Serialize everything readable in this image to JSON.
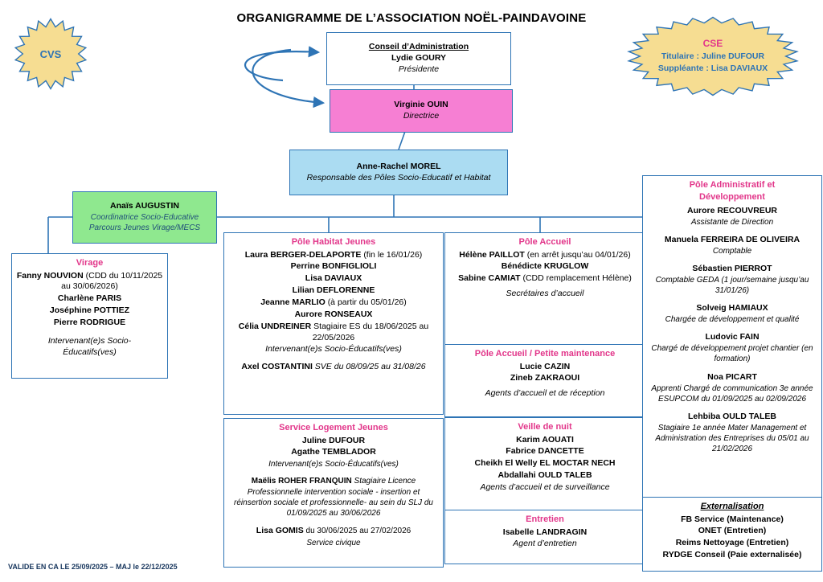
{
  "title": "ORGANIGRAMME DE L’ASSOCIATION NOËL-PAINDAVOINE",
  "footer": "VALIDE EN CA LE 25/09/2025 – MAJ le 22/12/2025",
  "colors": {
    "blue": "#2e74b5",
    "darkblue": "#1f4e79",
    "pink": "#e2368a",
    "boxpink": "#f67fd3",
    "boxblue": "#abdcf2",
    "boxgreen": "#8fe88f",
    "starfill": "#f6dd92",
    "footnavy": "#17365d"
  },
  "cvs": {
    "label": "CVS"
  },
  "cse": {
    "title": "CSE",
    "titulaire": "Titulaire : Juline DUFOUR",
    "suppleante": "Suppléante : Lisa DAVIAUX"
  },
  "conseil": {
    "title": "Conseil d’Administration",
    "name": "Lydie GOURY",
    "role": "Présidente"
  },
  "directrice": {
    "name": "Virginie OUIN",
    "role": "Directrice"
  },
  "responsable": {
    "name": "Anne-Rachel MOREL",
    "role": "Responsable des Pôles Socio-Educatif et Habitat"
  },
  "coordinatrice": {
    "name": "Anaïs AUGUSTIN",
    "role1": "Coordinatrice Socio-Educative",
    "role2": "Parcours Jeunes Virage/MECS"
  },
  "virage": {
    "title": "Virage",
    "members": [
      {
        "name": "Fanny NOUVION",
        "note": "(CDD du 10/11/2025 au 30/06/2026)"
      },
      {
        "name": "Charlène PARIS"
      },
      {
        "name": "Joséphine POTTIEZ"
      },
      {
        "name": "Pierre RODRIGUE"
      }
    ],
    "role": "Intervenant(e)s Socio-Éducatifs(ves)"
  },
  "habitat": {
    "title": "Pôle Habitat Jeunes",
    "members": [
      {
        "name": "Laura BERGER-DELAPORTE",
        "note": "(fin le 16/01/26)"
      },
      {
        "name": "Perrine BONFIGLIOLI"
      },
      {
        "name": "Lisa DAVIAUX"
      },
      {
        "name": "Lilian DEFLORENNE"
      },
      {
        "name": "Jeanne MARLIO",
        "note": "(à partir du 05/01/26)"
      },
      {
        "name": "Aurore RONSEAUX"
      },
      {
        "name": "Célia UNDREINER",
        "note": "Stagiaire ES du 18/06/2025 au 22/05/2026"
      }
    ],
    "role": "Intervenant(e)s Socio-Éducatifs(ves)",
    "extra_name": "Axel COSTANTINI",
    "extra_note": "SVE du 08/09/25 au 31/08/26"
  },
  "slj": {
    "title": "Service Logement Jeunes",
    "members": [
      {
        "name": "Juline DUFOUR"
      },
      {
        "name": "Agathe TEMBLADOR"
      }
    ],
    "role": "Intervenant(e)s Socio-Éducatifs(ves)",
    "stagiaire_name": "Maëlis ROHER FRANQUIN",
    "stagiaire_note": "Stagiaire Licence Professionnelle intervention sociale - insertion et réinsertion sociale et professionnelle- au sein du SLJ du 01/09/2025 au 30/06/2026",
    "civique_name": "Lisa GOMIS",
    "civique_note": "du 30/06/2025 au 27/02/2026",
    "civique_role": "Service civique"
  },
  "accueil": {
    "title": "Pôle Accueil",
    "members": [
      {
        "name": "Hélène PAILLOT",
        "note": "(en arrêt jusqu’au 04/01/26)"
      },
      {
        "name": "Bénédicte KRUGLOW"
      },
      {
        "name": "Sabine CAMIAT",
        "note": "(CDD remplacement Hélène)"
      }
    ],
    "role": "Secrétaires d’accueil"
  },
  "maintenance": {
    "title": "Pôle Accueil / Petite maintenance",
    "members": [
      {
        "name": "Lucie CAZIN"
      },
      {
        "name": "Zineb ZAKRAOUI"
      }
    ],
    "role": "Agents d’accueil et de réception"
  },
  "veille": {
    "title": "Veille de nuit",
    "members": [
      {
        "name": "Karim AOUATI"
      },
      {
        "name": "Fabrice DANCETTE"
      },
      {
        "name": "Cheikh El Welly EL MOCTAR NECH"
      },
      {
        "name": "Abdallahi OULD TALEB"
      }
    ],
    "role": "Agents d’accueil et de surveillance"
  },
  "entretien": {
    "title": "Entretien",
    "name": "Isabelle LANDRAGIN",
    "role": "Agent d’entretien"
  },
  "admin": {
    "title": "Pôle Administratif et Développement",
    "entries": [
      {
        "name": "Aurore RECOUVREUR",
        "role": "Assistante de Direction"
      },
      {
        "name": "Manuela FERREIRA DE OLIVEIRA",
        "role": "Comptable"
      },
      {
        "name": "Sébastien PIERROT",
        "role": "Comptable GEDA (1 jour/semaine jusqu’au 31/01/26)"
      },
      {
        "name": "Solveig HAMIAUX",
        "role": "Chargée de développement et qualité"
      },
      {
        "name": "Ludovic FAIN",
        "role": "Chargé de développement projet chantier (en formation)"
      },
      {
        "name": "Noa PICART",
        "role": "Apprenti Chargé de communication 3e année ESUPCOM du 01/09/2025 au 02/09/2026"
      },
      {
        "name": "Lehbiba OULD TALEB",
        "role": "Stagiaire 1e année Mater Management et Administration des Entreprises du 05/01 au 21/02/2026"
      }
    ]
  },
  "externalisation": {
    "title": "Externalisation",
    "items": [
      "FB Service (Maintenance)",
      "ONET (Entretien)",
      "Reims Nettoyage (Entretien)",
      "RYDGE Conseil (Paie externalisée)"
    ]
  }
}
